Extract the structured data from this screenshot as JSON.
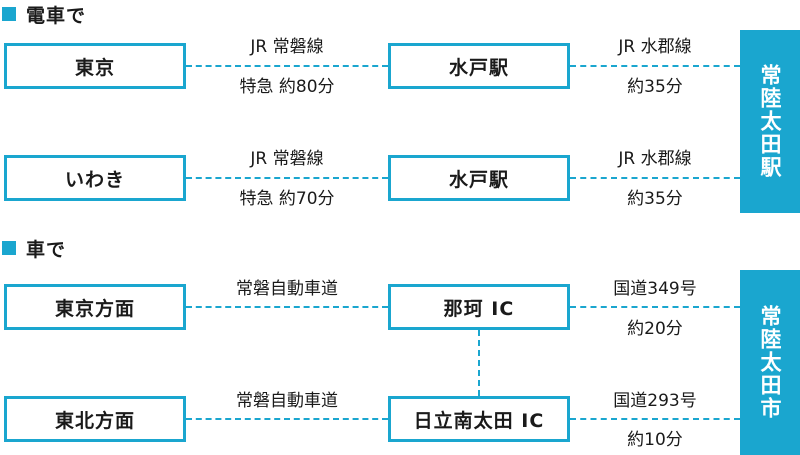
{
  "train": {
    "heading": "電車で",
    "route1": {
      "start": "東京",
      "line1": "JR 常磐線",
      "time1": "特急 約80分",
      "mid": "水戸駅",
      "line2": "JR 水郡線",
      "time2": "約35分"
    },
    "route2": {
      "start": "いわき",
      "line1": "JR 常磐線",
      "time1": "特急 約70分",
      "mid": "水戸駅",
      "line2": "JR 水郡線",
      "time2": "約35分"
    },
    "destination": "常陸太田駅"
  },
  "car": {
    "heading": "車で",
    "route1": {
      "start": "東京方面",
      "road1": "常磐自動車道",
      "mid": "那珂 IC",
      "road2": "国道349号",
      "time2": "約20分"
    },
    "route2": {
      "start": "東北方面",
      "road1": "常磐自動車道",
      "mid": "日立南太田 IC",
      "road2": "国道293号",
      "time2": "約10分"
    },
    "destination": "常陸太田市"
  }
}
